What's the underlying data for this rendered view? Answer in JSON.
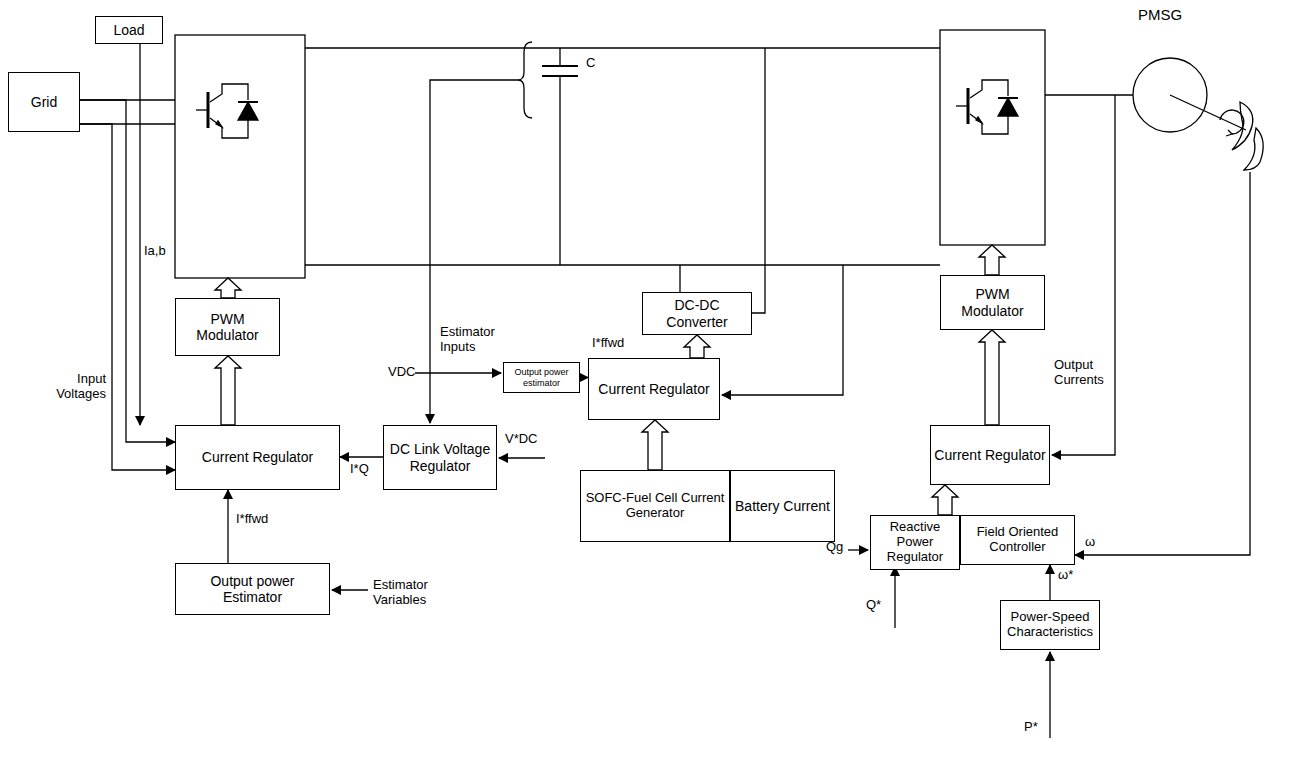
{
  "diagram": {
    "nodes": [
      {
        "text": [
          "Load"
        ]
      },
      {
        "text": [
          "Grid"
        ]
      },
      {
        "text": [
          "PWM Modulator"
        ]
      },
      {
        "text": [
          "Current Regulator"
        ]
      },
      {
        "text": [
          "Output power Estimator"
        ]
      },
      {
        "text": [
          "DC Link Voltage Regulator"
        ]
      },
      {
        "text": [
          "Output power estimator"
        ]
      },
      {
        "text": [
          "Current Regulator"
        ]
      },
      {
        "text": [
          "DC-DC Converter"
        ]
      },
      {
        "text": [
          "SOFC-Fuel Cell Current Generator"
        ]
      },
      {
        "text": [
          "Battery Current"
        ]
      },
      {
        "text": [
          "PWM Modulator"
        ]
      },
      {
        "text": [
          "Current Regulator"
        ]
      },
      {
        "text": [
          "Reactive Power Regulator"
        ]
      },
      {
        "text": [
          "Field Oriented Controller"
        ]
      },
      {
        "text": [
          "Power-Speed Characteristics"
        ]
      },
      {
        "text": [
          "PMSG"
        ]
      }
    ],
    "edges": [
      {
        "from": 3,
        "to": 2,
        "arrow": "to"
      },
      {
        "from": 4,
        "to": 3,
        "arrow": "to"
      },
      {
        "from": 5,
        "to": 3,
        "arrow": "to"
      },
      {
        "from": 6,
        "to": 7,
        "arrow": "to"
      },
      {
        "from": 7,
        "to": 8,
        "arrow": "to"
      },
      {
        "from": 9,
        "to": 7,
        "arrow": "to"
      },
      {
        "from": 12,
        "to": 11,
        "arrow": "to"
      },
      {
        "from": 13,
        "to": 12,
        "arrow": "to"
      },
      {
        "from": 15,
        "to": 14,
        "arrow": "to"
      },
      {
        "from": 16,
        "to": 14,
        "arrow": "to"
      },
      {
        "from": 0,
        "to": 3,
        "arrow": "to"
      },
      {
        "from": 1,
        "to": 3,
        "arrow": "to"
      },
      {
        "from": 1,
        "to": 3,
        "arrow": "to"
      }
    ],
    "labels": [
      "Ia,b",
      "Input Voltages",
      "I*ffwd",
      "I*Q",
      "V*DC",
      "VDC",
      "Estimator Inputs",
      "I*ffwd",
      "Estimator Variables",
      "C",
      "Output Currents",
      "Qg",
      "Q*",
      "ω*",
      "ω",
      "P*"
    ]
  }
}
